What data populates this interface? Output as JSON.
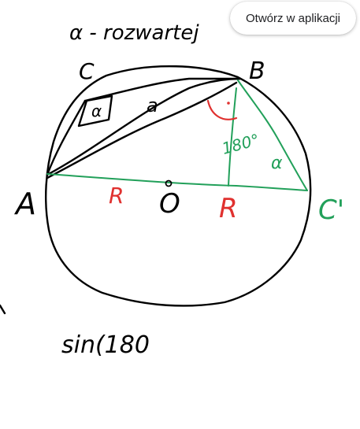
{
  "open_in_app": {
    "label": "Otwórz w aplikacji"
  },
  "sketch": {
    "title": "α - rozwartej",
    "labels": {
      "A": "A",
      "B": "B",
      "C": "C",
      "C_prime": "C'",
      "O": "O",
      "R_left": "R",
      "R_right": "R",
      "a": "a",
      "alpha_c": "α",
      "alpha_right": "α",
      "angle_180": "180°",
      "sin": "sin(180"
    },
    "colors": {
      "ink": "#000000",
      "green": "#22a05a",
      "red": "#e0312f"
    }
  }
}
